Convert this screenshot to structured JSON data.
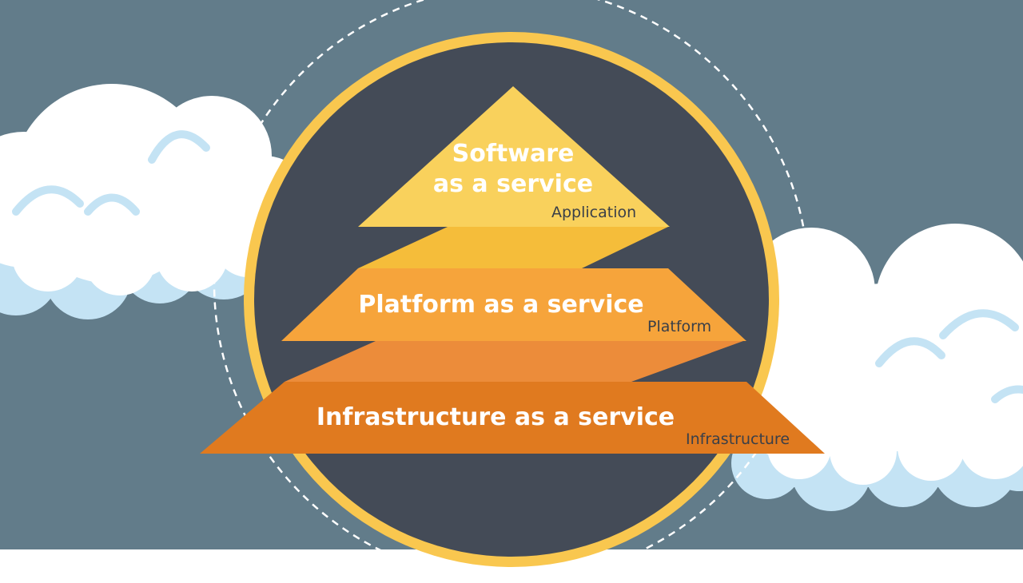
{
  "diagram": {
    "colors": {
      "sky": "#627c8a",
      "cloud": "#ffffff",
      "cloud_shadow": "#c4e3f4",
      "circle_fill": "#444b57",
      "circle_ring": "#f9c74f",
      "dashed_ring": "#ffffff",
      "software_layer": "#f9d15c",
      "software_connector": "#f5bd3a",
      "platform_layer": "#f6a43b",
      "platform_connector": "#ec8c3a",
      "infrastructure_layer": "#e07a1f",
      "ground": "#ffffff"
    },
    "layers": [
      {
        "id": "software",
        "title_lines": [
          "Software",
          "as a service"
        ],
        "subtitle": "Application"
      },
      {
        "id": "platform",
        "title_lines": [
          "Platform as a service"
        ],
        "subtitle": "Platform"
      },
      {
        "id": "infrastructure",
        "title_lines": [
          "Infrastructure as a service"
        ],
        "subtitle": "Infrastructure"
      }
    ]
  }
}
